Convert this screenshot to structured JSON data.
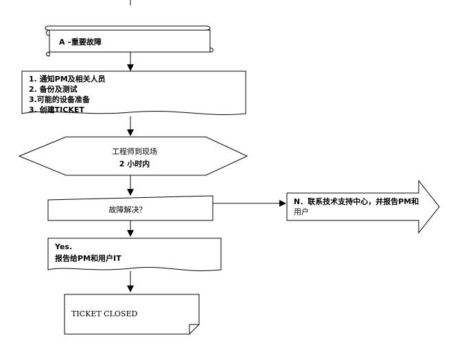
{
  "diagram": {
    "nodes": {
      "start": {
        "label": "A –重要故障"
      },
      "actions": {
        "lines": [
          "1. 通知PM及相关人员",
          "2. 备份及测试",
          "3.可能的设备准备",
          "3. 创建TICKET"
        ]
      },
      "engineer": {
        "line1": "工程师到现场",
        "line2": "2 小时内"
      },
      "decision": {
        "label": "故障解决？"
      },
      "no_branch": {
        "line1": "N．联系技术支持中心，并报告PM和",
        "line2": "用户"
      },
      "yes_branch": {
        "line1": "Yes.",
        "line2": "报告给PM和用户IT"
      },
      "end": {
        "label": "TICKET CLOSED"
      }
    }
  }
}
